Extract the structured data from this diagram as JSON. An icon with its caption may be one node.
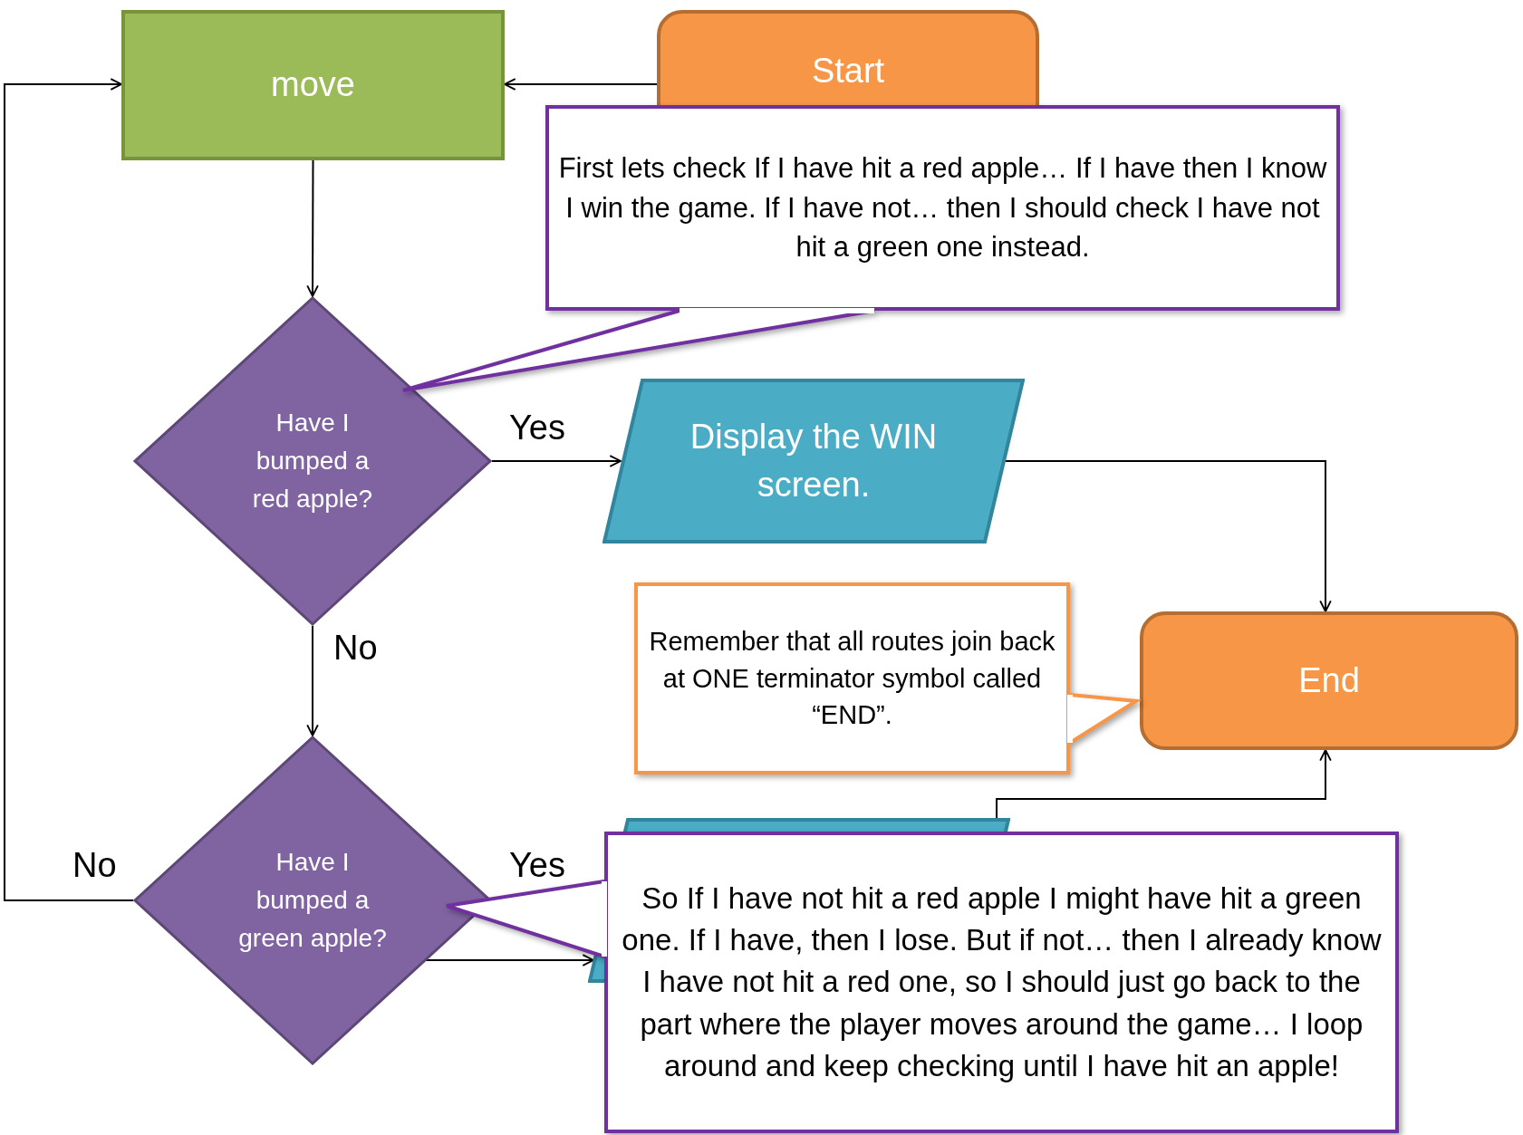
{
  "diagram": {
    "nodes": [
      {
        "text": [
          "move"
        ]
      },
      {
        "text": [
          "Start"
        ]
      },
      {
        "text": [
          "First lets check If I have hit a red apple… If I have then I know I win the game. If I have not… then I should check I have not hit a green one instead."
        ]
      },
      {
        "text": [
          "Have I bumped a red apple?"
        ]
      },
      {
        "text": [
          "Display the WIN screen."
        ]
      },
      {
        "text": [
          "Remember that all routes join back at ONE terminator symbol called “END”."
        ]
      },
      {
        "text": [
          "End"
        ]
      },
      {
        "text": [
          "Have I bumped a green apple?"
        ]
      },
      {
        "text": [],
        "shape": "parallelogram"
      },
      {
        "text": [
          "So If I have not hit a red apple I might have hit a green one. If I have, then I lose. But if not… then I already know I have not hit a red one, so I should just go back to the part where the player moves around the game… I loop around and keep checking until I have hit an apple!"
        ]
      }
    ],
    "edges": [
      {
        "from": 1,
        "to": 0,
        "arrow": "to"
      },
      {
        "from": 0,
        "to": 3,
        "arrow": "to"
      },
      {
        "from": 3,
        "to": 4,
        "arrow": "to",
        "label": "Yes"
      },
      {
        "from": 3,
        "to": 7,
        "arrow": "to",
        "label": "No"
      },
      {
        "from": 4,
        "to": 6,
        "arrow": "to"
      },
      {
        "from": 7,
        "to": 0,
        "arrow": "to",
        "label": "No"
      },
      {
        "from": 7,
        "to": 8,
        "arrow": "to",
        "label": "Yes"
      },
      {
        "from": 8,
        "to": 6,
        "arrow": "to"
      }
    ]
  }
}
